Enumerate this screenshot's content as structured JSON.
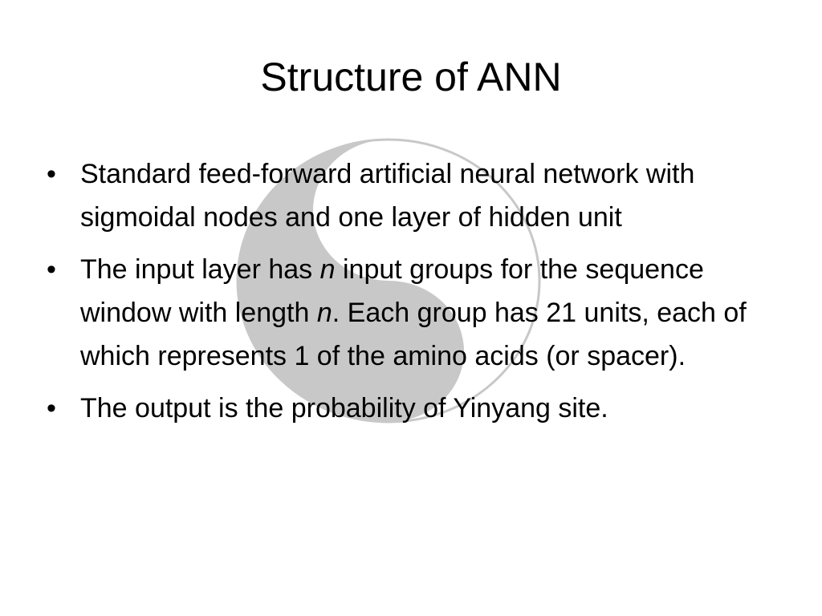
{
  "title": "Structure of ANN",
  "bullet_marker": "•",
  "bullets": [
    {
      "text": "Standard feed-forward artificial neural network with sigmoidal nodes and one layer of hidden unit"
    },
    {
      "part1": "The input layer has ",
      "italic1": "n",
      "part2": " input groups for the sequence window with length ",
      "italic2": "n",
      "part3": ". Each group has 21 units, each of which represents 1 of the amino acids (or spacer)."
    },
    {
      "text": "The output is the probability of Yinyang site."
    }
  ],
  "watermark": {
    "icon": "yin-yang-icon",
    "light_color": "#ffffff",
    "dark_color": "#c8c8c8",
    "outline_color": "#c8c8c8"
  }
}
